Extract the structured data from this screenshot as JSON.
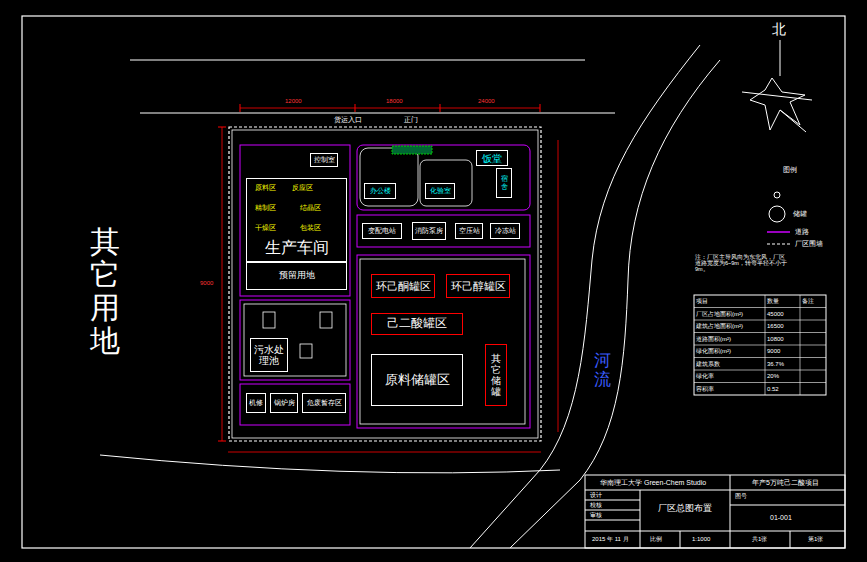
{
  "diagram": {
    "nodes": [
      {
        "text": [
          "生产车间"
        ]
      },
      {
        "text": [
          "预留用地"
        ]
      },
      {
        "text": [
          "控制室"
        ]
      },
      {
        "text": [
          "办公楼"
        ]
      },
      {
        "text": [
          "化验室"
        ]
      },
      {
        "text": [
          "饭堂"
        ]
      },
      {
        "text": [
          "宿舍"
        ]
      },
      {
        "text": [
          "变配电站"
        ]
      },
      {
        "text": [
          "消防泵房"
        ]
      },
      {
        "text": [
          "空压站"
        ]
      },
      {
        "text": [
          "冷冻站"
        ]
      },
      {
        "text": [
          "环己酮罐区"
        ]
      },
      {
        "text": [
          "环己醇罐区"
        ]
      },
      {
        "text": [
          "己二酸罐区"
        ]
      },
      {
        "text": [
          "原料储罐区"
        ]
      },
      {
        "text": [
          "其它储罐"
        ]
      },
      {
        "text": [
          "污水处理池"
        ]
      },
      {
        "text": [
          "机修"
        ]
      },
      {
        "text": [
          "锅炉房"
        ]
      },
      {
        "text": [
          "危废暂存区"
        ]
      }
    ],
    "labels": [
      "其它用地",
      "河流",
      "北",
      "货运入口",
      "正门",
      "原料区",
      "反应区",
      "精制区",
      "结晶区",
      "干燥区",
      "包装区",
      "12000",
      "18000",
      "24000",
      "9000",
      "图例",
      "注：厂区主导风向为东北风，厂区道路宽度为6~9m，转弯半径不小于9m。",
      "项目",
      "数量",
      "备注",
      "厂区占地面积(m²)",
      "45000",
      "建筑占地面积(m²)",
      "16500",
      "道路面积(m²)",
      "10800",
      "绿化面积(m²)",
      "9000",
      "建筑系数",
      "36.7%",
      "绿化率",
      "20%",
      "容积率",
      "0.52",
      "华南理工大学 Green-Chem Studio",
      "年产5万吨己二酸项目",
      "设计",
      "校核",
      "审核",
      "厂区总图布置",
      "2015 年 11 月",
      "比例",
      "1:1000",
      "图号",
      "01-001",
      "共1张",
      "第1张"
    ],
    "legend": [
      {
        "text": "储罐"
      },
      {
        "text": "道路"
      },
      {
        "text": "厂区围墙"
      }
    ]
  }
}
